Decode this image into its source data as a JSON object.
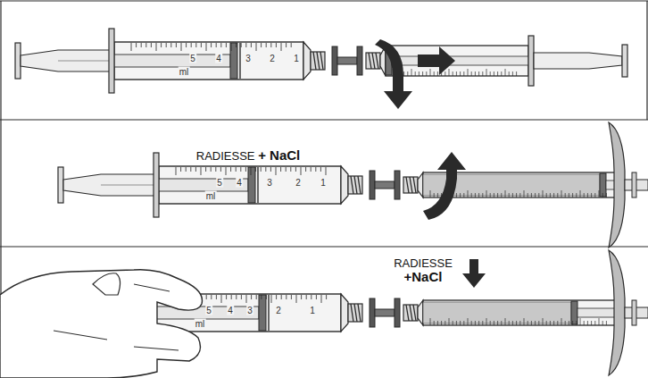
{
  "diagram": {
    "labels": [
      "5",
      "4",
      "3",
      "2",
      "1",
      "ml",
      "RADIESSE + NaCl",
      "5",
      "4",
      "3",
      "2",
      "1",
      "ml",
      "RADIESSE +NaCl",
      "5",
      "4",
      "3",
      "2",
      "1",
      "ml"
    ]
  }
}
